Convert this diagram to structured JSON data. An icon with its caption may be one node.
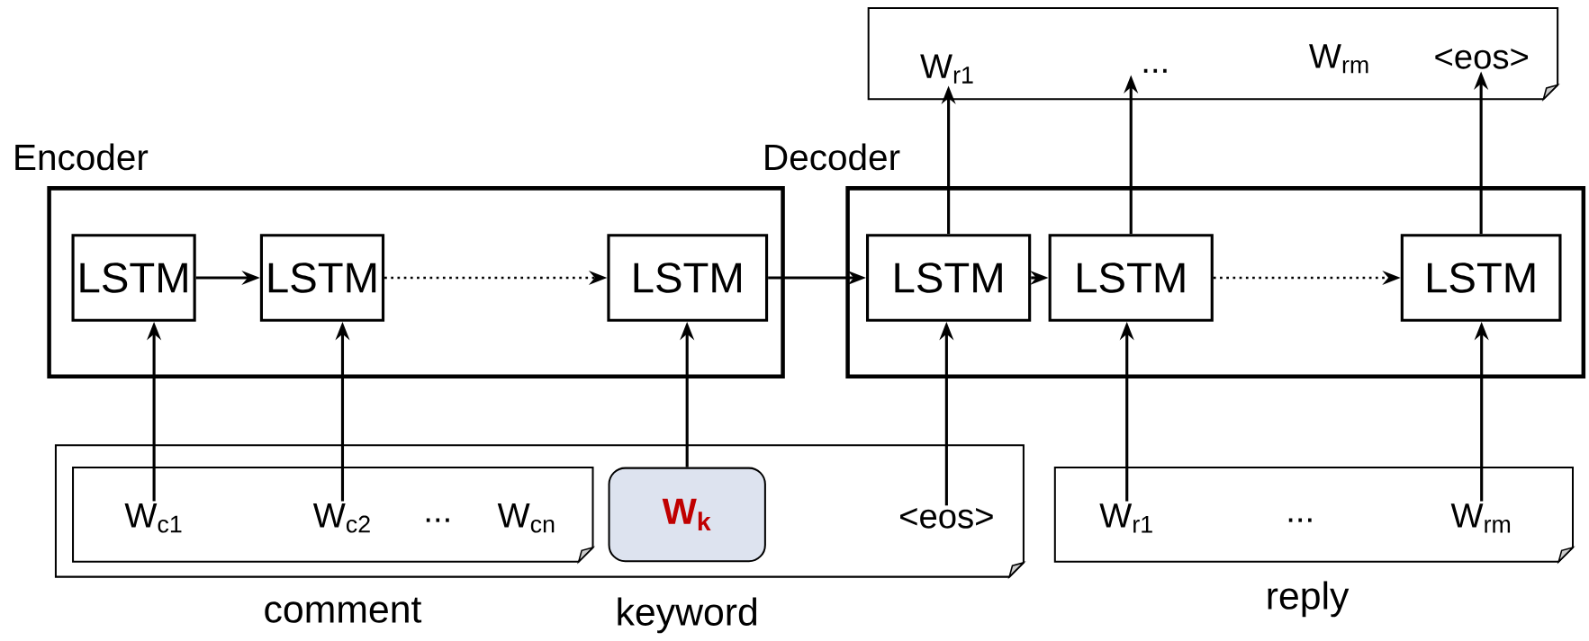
{
  "diagram": {
    "nodes": [
      {
        "text": [
          "Encoder"
        ]
      },
      {
        "text": [
          "LSTM"
        ],
        "in": 0
      },
      {
        "text": [
          "LSTM"
        ],
        "in": 0
      },
      {
        "text": [
          "LSTM"
        ],
        "in": 0
      },
      {
        "text": [
          "Decoder"
        ]
      },
      {
        "text": [
          "LSTM"
        ],
        "in": 4
      },
      {
        "text": [
          "LSTM"
        ],
        "in": 4
      },
      {
        "text": [
          "LSTM"
        ],
        "in": 4
      },
      {
        "text": [],
        "shape": "box"
      },
      {
        "text": [
          "W$_{r1}$"
        ],
        "in": 8
      },
      {
        "text": [
          "..."
        ],
        "in": 8
      },
      {
        "text": [
          "W$_{rm}$"
        ],
        "in": 8
      },
      {
        "text": [
          "<eos>"
        ],
        "in": 8
      },
      {
        "text": [],
        "shape": "box"
      },
      {
        "text": [],
        "shape": "box",
        "in": 13,
        "beside": [
          "comment"
        ]
      },
      {
        "text": [
          "W$_{c1}$"
        ],
        "in": 14
      },
      {
        "text": [
          "W$_{c2}$"
        ],
        "in": 14
      },
      {
        "text": [
          "..."
        ],
        "in": 14
      },
      {
        "text": [
          "W$_{cn}$"
        ],
        "in": 14
      },
      {
        "text": [
          "W$_{k}$"
        ],
        "in": 13,
        "beside": [
          "keyword"
        ]
      },
      {
        "text": [
          "<eos>"
        ],
        "in": 13
      },
      {
        "text": [],
        "shape": "box",
        "beside": [
          "reply"
        ]
      },
      {
        "text": [
          "W$_{r1}$"
        ],
        "in": 21
      },
      {
        "text": [
          "..."
        ],
        "in": 21
      },
      {
        "text": [
          "W$_{rm}$"
        ],
        "in": 21
      }
    ],
    "edges": [
      {
        "from": 15,
        "to": 1,
        "arrow": "to"
      },
      {
        "from": 16,
        "to": 2,
        "arrow": "to"
      },
      {
        "from": 19,
        "to": 3,
        "arrow": "to"
      },
      {
        "from": 1,
        "to": 2,
        "arrow": "to"
      },
      {
        "from": 2,
        "to": 3,
        "arrow": "to",
        "style": "dashed"
      },
      {
        "from": 3,
        "to": 5,
        "arrow": "to"
      },
      {
        "from": 5,
        "to": 6,
        "arrow": "to"
      },
      {
        "from": 6,
        "to": 7,
        "arrow": "to",
        "style": "dashed"
      },
      {
        "from": 20,
        "to": 5,
        "arrow": "to"
      },
      {
        "from": 22,
        "to": 6,
        "arrow": "to"
      },
      {
        "from": 24,
        "to": 7,
        "arrow": "to"
      },
      {
        "from": 5,
        "to": 9,
        "arrow": "to"
      },
      {
        "from": 6,
        "to": 10,
        "arrow": "to"
      },
      {
        "from": 7,
        "to": 12,
        "arrow": "to"
      }
    ]
  }
}
